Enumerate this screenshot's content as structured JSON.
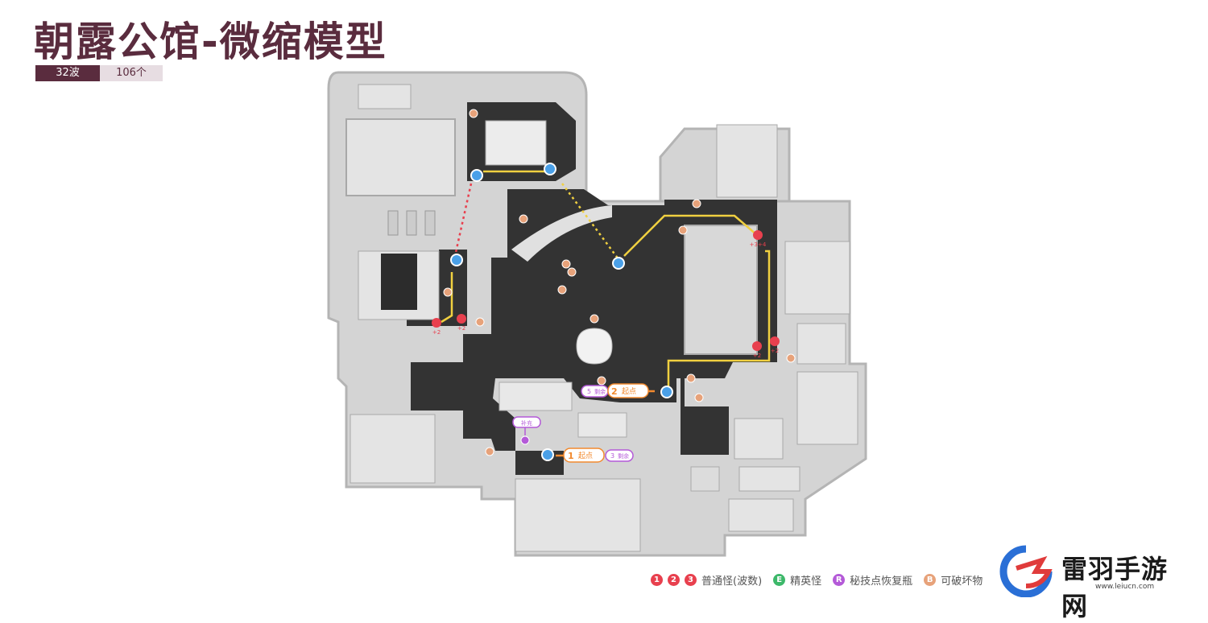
{
  "title": "朝露公馆-微缩模型",
  "stats": {
    "waves": "32波",
    "count": "106个"
  },
  "colors": {
    "brand": "#5a2c3e",
    "normal_enemy": "#e8404e",
    "elite": "#3db86a",
    "recovery": "#b45ad8",
    "breakable": "#e7a27a",
    "route": "#f0d040",
    "start": "#f28a2e"
  },
  "markers": {
    "start1": {
      "num": "1",
      "label": "起点"
    },
    "start2": {
      "num": "2",
      "label": "起点"
    },
    "remain1": {
      "num": "3",
      "label": "剩余"
    },
    "remain2": {
      "num": "5",
      "label": "剩余"
    },
    "supply": "补充",
    "wave_plus": "+2",
    "chain": "+3+4"
  },
  "icons": {
    "teleport": "teleport-anchor-icon",
    "enemy": "numbered-circle-icon",
    "breakable": "b-circle-icon"
  },
  "legend": {
    "normal_nums": [
      "1",
      "2",
      "3"
    ],
    "normal_label": "普通怪(波数)",
    "elite_letter": "E",
    "elite_label": "精英怪",
    "recovery_letter": "R",
    "recovery_label": "秘技点恢复瓶",
    "breakable_letter": "B",
    "breakable_label": "可破坏物"
  },
  "watermark": {
    "name": "雷羽手游网",
    "url": "www.leiucn.com"
  }
}
